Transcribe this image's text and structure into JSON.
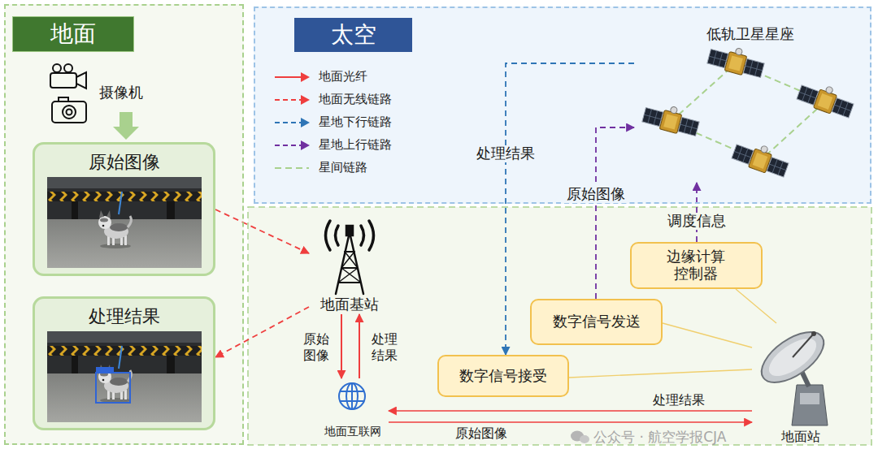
{
  "diagram": {
    "nodes": [
      {
        "text": [
          "地面"
        ]
      },
      {
        "text": [
          "原始图像"
        ],
        "in": 0
      },
      {
        "text": [
          "处理结果"
        ],
        "in": 0
      },
      {
        "text": [
          "太空"
        ]
      },
      {
        "text": [
          "低轨卫星星座"
        ],
        "in": 3
      },
      {
        "text": [
          "地面基站"
        ]
      },
      {
        "text": [
          "地面互联网"
        ]
      },
      {
        "text": [
          "数字信号接受"
        ]
      },
      {
        "text": [
          "数字信号发送"
        ]
      },
      {
        "text": [
          "边缘计算 控制器"
        ]
      },
      {
        "text": [
          "地面站"
        ]
      }
    ],
    "edges": [
      {
        "from": 1,
        "to": 5,
        "arrow": "to"
      },
      {
        "from": 5,
        "to": 2,
        "arrow": "to"
      },
      {
        "from": 5,
        "to": 6,
        "label": "原始 图像",
        "arrow": "to"
      },
      {
        "from": 6,
        "to": 5,
        "label": "处理 结果",
        "arrow": "to"
      },
      {
        "from": 4,
        "to": 7,
        "label": "处理结果",
        "arrow": "to"
      },
      {
        "from": 8,
        "to": 4,
        "label": "原始图像",
        "arrow": "to"
      },
      {
        "from": 9,
        "to": 4,
        "label": "调度信息",
        "arrow": "to"
      },
      {
        "from": 10,
        "to": 6,
        "label": "处理结果",
        "arrow": "to"
      },
      {
        "from": 6,
        "to": 10,
        "label": "原始图像",
        "arrow": "to"
      },
      {
        "from": 7,
        "to": 10,
        "arrow": "none"
      },
      {
        "from": 8,
        "to": 10,
        "arrow": "none"
      },
      {
        "from": 9,
        "to": 10,
        "arrow": "none"
      }
    ],
    "labels": [
      "摄像机",
      "公众号 · 航空学报CJA"
    ],
    "legend": [
      {
        "text": "地面光纤"
      },
      {
        "text": "地面无线链路"
      },
      {
        "text": "星地下行链路"
      },
      {
        "text": "星地上行链路"
      },
      {
        "text": "星间链路"
      }
    ]
  }
}
